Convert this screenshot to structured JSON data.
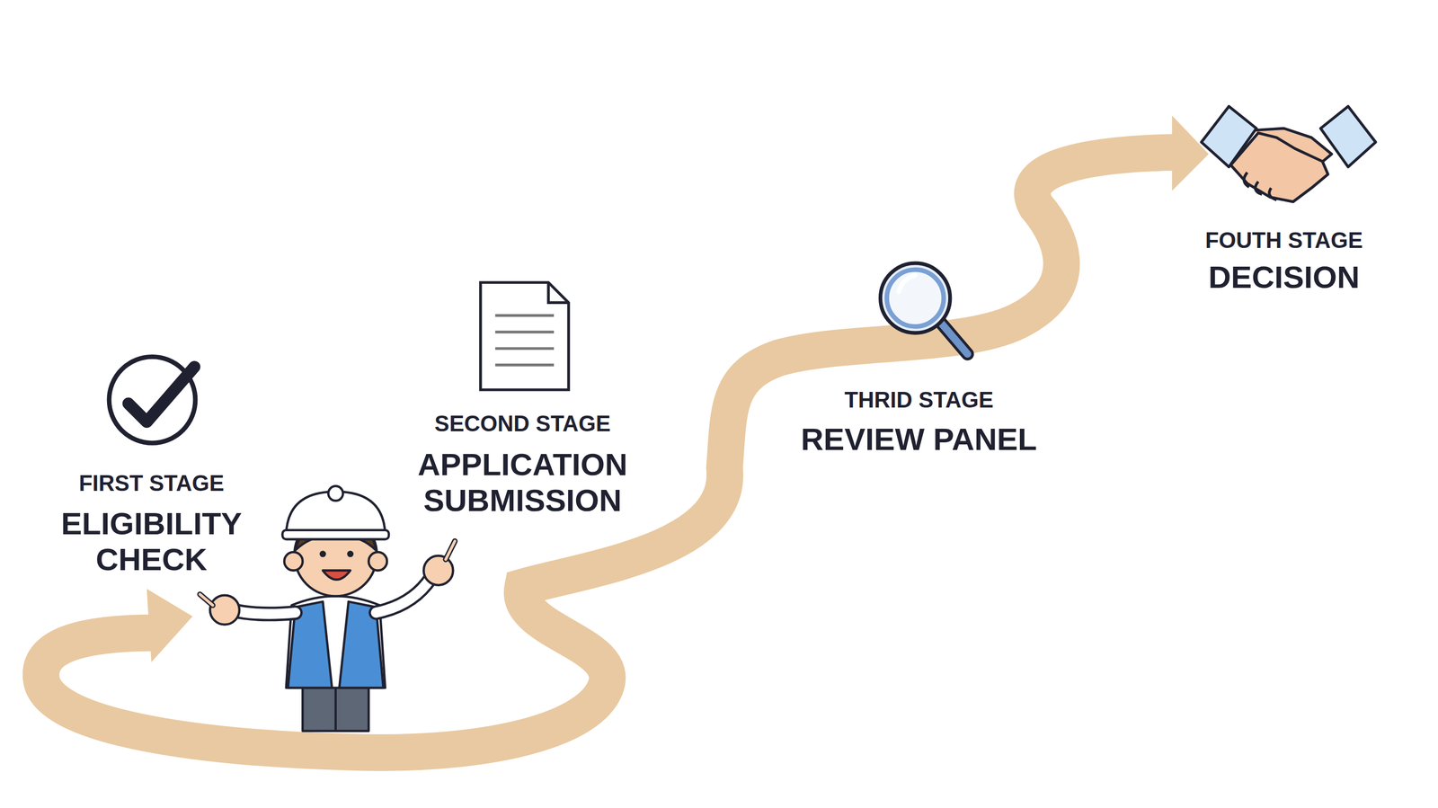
{
  "diagram": {
    "labels": [
      "FIRST STAGE",
      "ELIGIBILITY CHECK",
      "SECOND STAGE",
      "APPLICATION SUBMISSION",
      "THRID STAGE",
      "REVIEW PANEL",
      "FOUTH STAGE",
      "DECISION"
    ]
  }
}
